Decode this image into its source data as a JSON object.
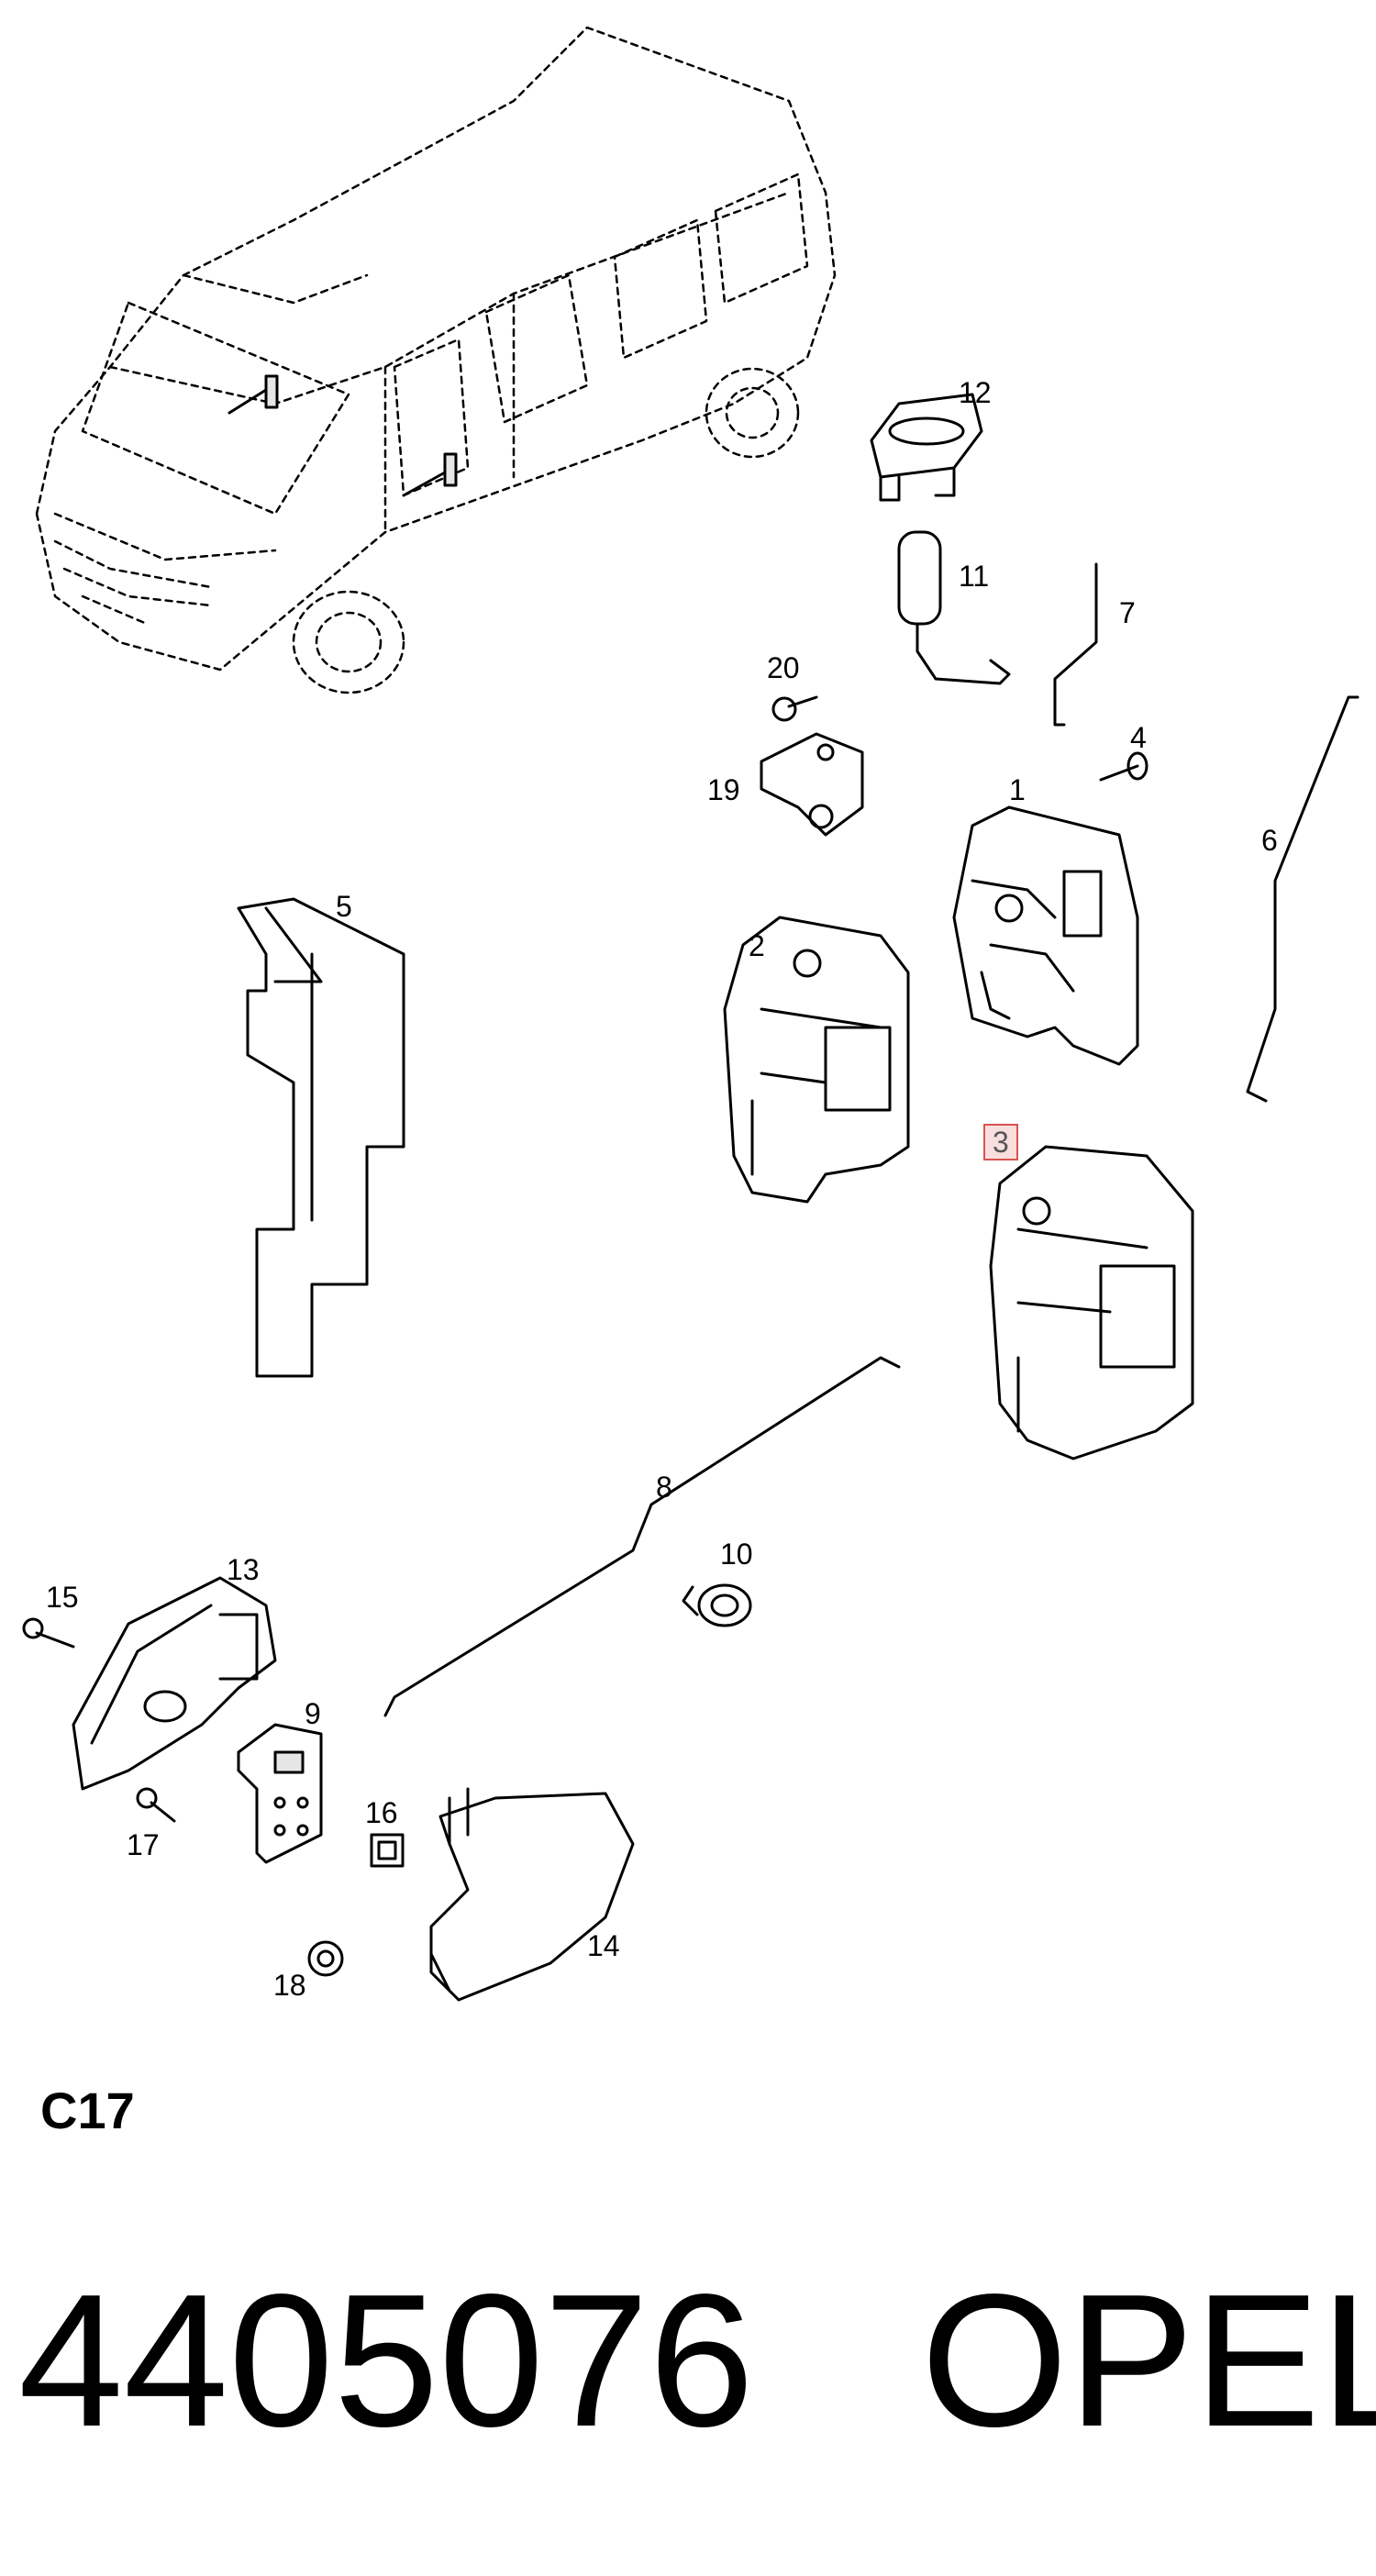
{
  "callouts": {
    "p1": "1",
    "p2": "2",
    "p3": "3",
    "p4": "4",
    "p5": "5",
    "p6": "6",
    "p7": "7",
    "p8": "8",
    "p9": "9",
    "p10": "10",
    "p11": "11",
    "p12": "12",
    "p13": "13",
    "p14": "14",
    "p15": "15",
    "p16": "16",
    "p17": "17",
    "p18": "18",
    "p19": "19",
    "p20": "20"
  },
  "highlighted_callout": "3",
  "section_code": "C17",
  "part_number": "4405076",
  "brand": "OPEL",
  "colors": {
    "highlight_border": "#d9534f",
    "highlight_fill": "#f9dede"
  }
}
